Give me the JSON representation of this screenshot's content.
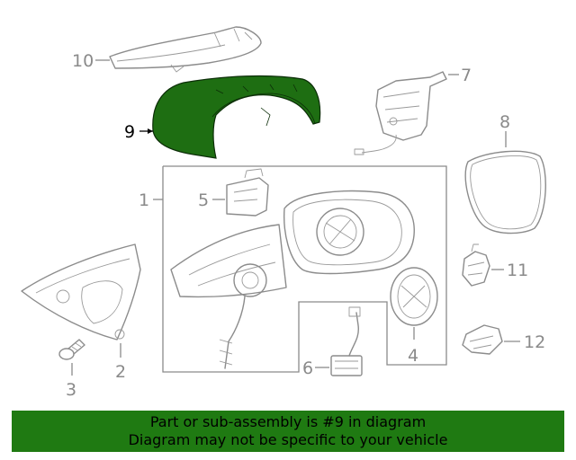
{
  "callouts": {
    "c1": "1",
    "c2": "2",
    "c3": "3",
    "c4": "4",
    "c5": "5",
    "c6": "6",
    "c7": "7",
    "c8": "8",
    "c9": "9",
    "c10": "10",
    "c11": "11",
    "c12": "12"
  },
  "highlight": {
    "part": "9",
    "color": "#1e6e12"
  },
  "banner": {
    "line1": "Part or sub-assembly is #9 in diagram",
    "line2": "Diagram may not be specific to your vehicle",
    "color": "#1f7a12"
  }
}
